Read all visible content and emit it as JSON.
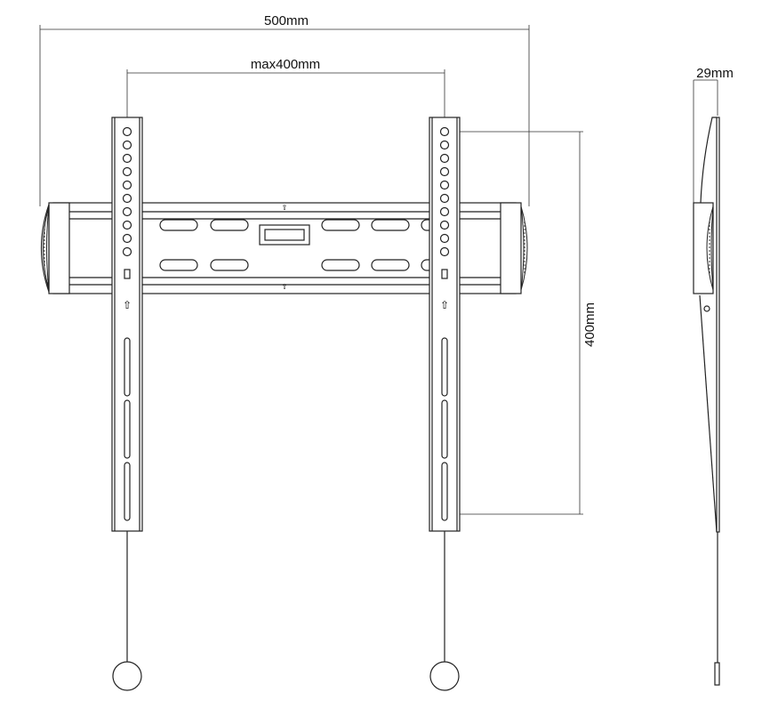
{
  "dimensions": {
    "overall_width": "500mm",
    "vesa_max": "max400mm",
    "vertical_span": "400mm",
    "depth": "29mm"
  },
  "colors": {
    "line": "#222222",
    "background": "#ffffff"
  }
}
